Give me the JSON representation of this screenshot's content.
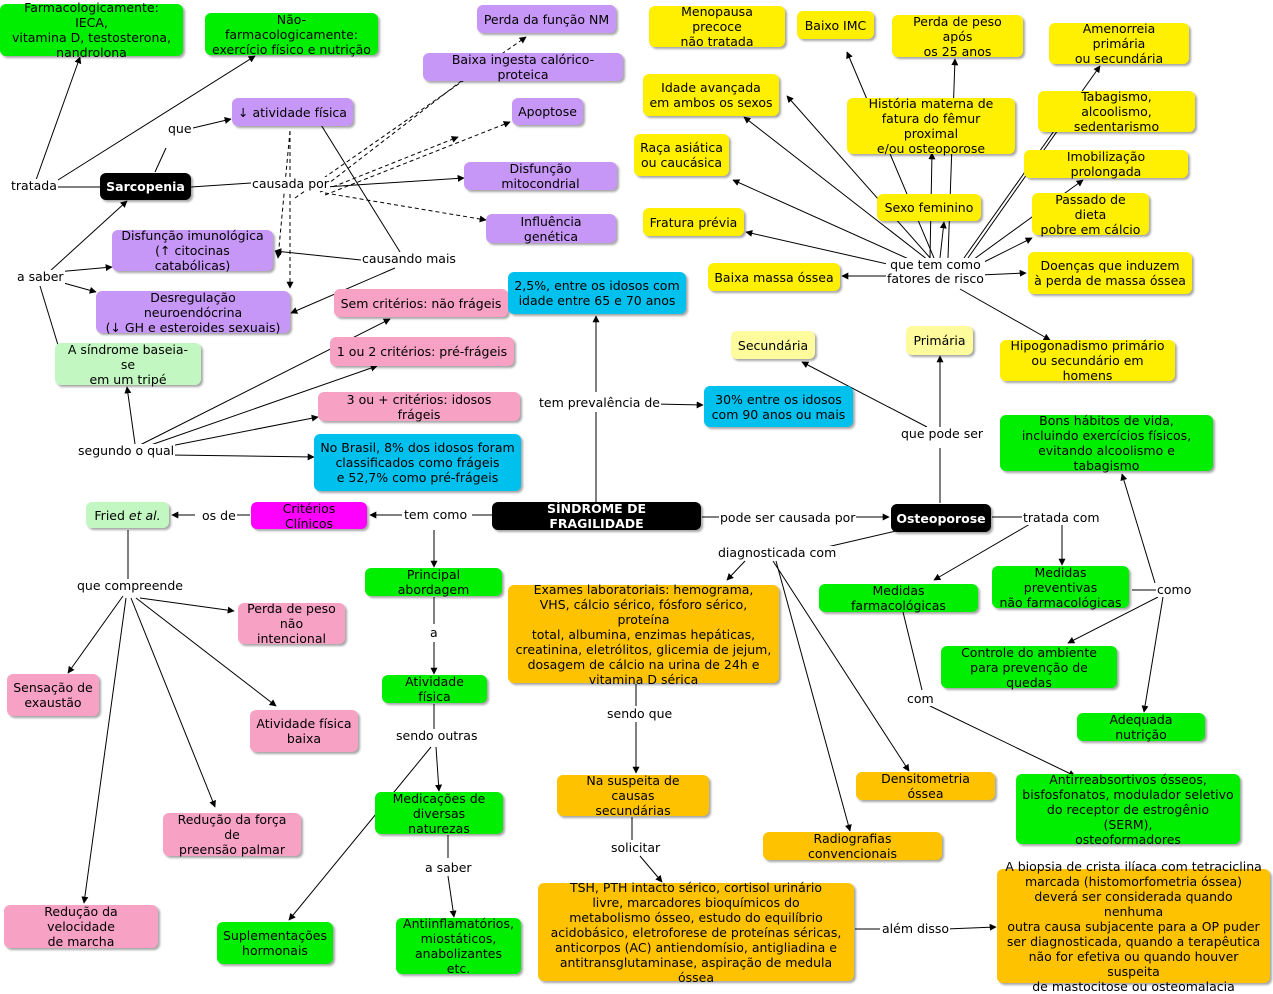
{
  "nodes": {
    "sindrome": "SÍNDROME DE FRAGILIDADE",
    "sarcopenia": "Sarcopenia",
    "osteoporose": "Osteoporose",
    "farmaco_sarc": "Farmacologicamente: IECA,\nvitamina D, testosterona,\nnandrolona",
    "nao_farmaco_sarc": "Não-farmacologicamente:\nexercício físico e nutrição",
    "perda_nm": "Perda da função NM",
    "baixa_ingesta": "Baixa ingesta calórico-proteica",
    "atividade_fisica_down": "↓ atividade física",
    "apoptose": "Apoptose",
    "disfuncao_mito": "Disfunção mitocondrial",
    "influencia_gen": "Influência genética",
    "disfuncao_imuno": "Disfunção imunológica\n(↑ citocinas catabólicas)",
    "desreg_neuro": "Desregulação neuroendócrina\n(↓ GH e esteroides sexuais)",
    "tripe": "A síndrome baseia-se\nem um tripé",
    "sem_criterios": "Sem critérios: não frágeis",
    "um_dois_criterios": "1 ou 2 critérios: pré-frágeis",
    "tres_criterios": "3 ou + critérios: idosos frágeis",
    "brasil": "No Brasil, 8% dos idosos foram\nclassificados como frágeis\ne 52,7% como pré-frágeis",
    "prev_25": "2,5%, entre os idosos com\nidade entre 65 e 70 anos",
    "prev_30": "30% entre os idosos\ncom 90 anos ou mais",
    "fried_pre": "Fried ",
    "fried_em": "et al.",
    "criterios_clinicos": "Critérios Clínicos",
    "perda_peso_ni": "Perda de peso\nnão intencional",
    "exaustao": "Sensação de\nexaustão",
    "ativ_baixa": "Atividade física\nbaixa",
    "forca_preensao": "Redução da força de\npreensão palmar",
    "velocidade_marcha": "Redução da velocidade\nde marcha",
    "principal_abordagem": "Principal abordagem",
    "atividade_fisica": "Atividade física",
    "medicacoes": "Medicações de\ndiversas naturezas",
    "suplementacoes": "Suplementações\nhormonais",
    "antiinflamatorios": "Antiinflamatórios,\nmiostáticos,\nanabolizantes etc.",
    "menopausa": "Menopausa precoce\nnão tratada",
    "baixo_imc": "Baixo IMC",
    "perda_peso_25": "Perda de peso após\nos 25 anos",
    "amenorreia": "Amenorreia primária\nou secundária",
    "idade_avancada": "Idade avançada\nem ambos os sexos",
    "historia_materna": "História materna de\nfatura do fêmur proximal\ne/ou osteoporose",
    "tabagismo": "Tabagismo, alcoolismo,\nsedentarismo",
    "raca": "Raça asiática\nou caucásica",
    "imobilizacao": "Imobilização prolongada",
    "sexo_feminino": "Sexo feminino",
    "dieta_calcio": "Passado de dieta\npobre em cálcio",
    "fratura_previa": "Fratura prévia",
    "baixa_massa": "Baixa massa óssea",
    "doencas_perda": "Doenças que induzem\nà perda de massa óssea",
    "hipogonadismo": "Hipogonadismo primário\nou secundário em homens",
    "secundaria": "Secundária",
    "primaria": "Primária",
    "bons_habitos": "Bons hábitos de vida,\nincluindo exercícios físicos,\nevitando alcoolismo e tabagismo",
    "medidas_farmaco": "Medidas farmacológicas",
    "medidas_prev": "Medidas preventivas\nnão farmacológicas",
    "controle_ambiente": "Controle do ambiente\npara prevenção de quedas",
    "adequada_nutricao": "Adequada nutrição",
    "antirreabsortivos": "Antirreabsortivos ósseos,\nbisfosfonatos, modulador seletivo\ndo receptor de estrogênio (SERM),\nosteoformadores",
    "densitometria": "Densitometria óssea",
    "radiografias": "Radiografias convencionais",
    "exames_lab": "Exames laboratoriais: hemograma,\nVHS, cálcio sérico, fósforo sérico, proteína\ntotal, albumina, enzimas hepáticas,\ncreatinina, eletrólitos, glicemia de jejum,\ndosagem de cálcio na urina de 24h e\nvitamina D sérica",
    "suspeita": "Na suspeita de causas\nsecundárias",
    "tsh": "TSH, PTH intacto sérico, cortisol urinário\nlivre, marcadores bioquímicos do\nmetabolismo ósseo, estudo do equilíbrio\nacidobásico, eletroforese de proteínas séricas,\nanticorpos (AC) antiendomísio, antigliadina e\nantitransglutaminase, aspiração de medula óssea",
    "biopsia": "A biopsia de crista ilíaca com tetraciclina\nmarcada (histomorfometria óssea)\ndeverá ser considerada quando nenhuma\noutra causa subjacente para a OP puder\nser diagnosticada, quando a terapêutica\nnão for efetiva ou quando houver suspeita\nde mastocitose ou osteomalacia"
  },
  "links": {
    "tratada": "tratada",
    "que": "que",
    "causada_por": "causada por",
    "causando_mais": "causando mais",
    "a_saber_1": "a saber",
    "segundo_o_qual": "segundo o qual",
    "tem_prevalencia": "tem prevalência de",
    "os_de": "os de",
    "tem_como": "tem como",
    "que_compreende": "que compreende",
    "a": "a",
    "sendo_outras": "sendo outras",
    "a_saber_2": "a saber",
    "pode_ser_causada": "pode ser causada por",
    "tratada_com": "tratada com",
    "diagnosticada_com": "diagnosticada com",
    "que_pode_ser": "que pode ser",
    "que_tem_como": "que tem como\nfatores de risco",
    "como": "como",
    "com": "com",
    "sendo_que": "sendo que",
    "solicitar": "solicitar",
    "alem_disso": "além disso"
  },
  "colors": {
    "green": "#00ee00",
    "purple": "#c797f7",
    "pink": "#f7a1c4",
    "yellow": "#ffef00",
    "pale_yellow": "#fdfb9c",
    "orange": "#ffc200",
    "cyan": "#00c0ee",
    "mint": "#c3f7c2",
    "magenta": "#ff00ff",
    "black": "#000000"
  }
}
